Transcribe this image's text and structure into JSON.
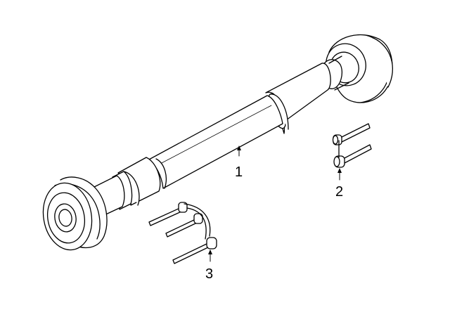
{
  "diagram": {
    "parts": [
      {
        "label": "1",
        "name": "drive-shaft"
      },
      {
        "label": "2",
        "name": "flange-bolts"
      },
      {
        "label": "3",
        "name": "u-bolt-kit"
      }
    ]
  },
  "colors": {
    "line": "#000000",
    "fill": "#ffffff",
    "background": "#ffffff"
  }
}
